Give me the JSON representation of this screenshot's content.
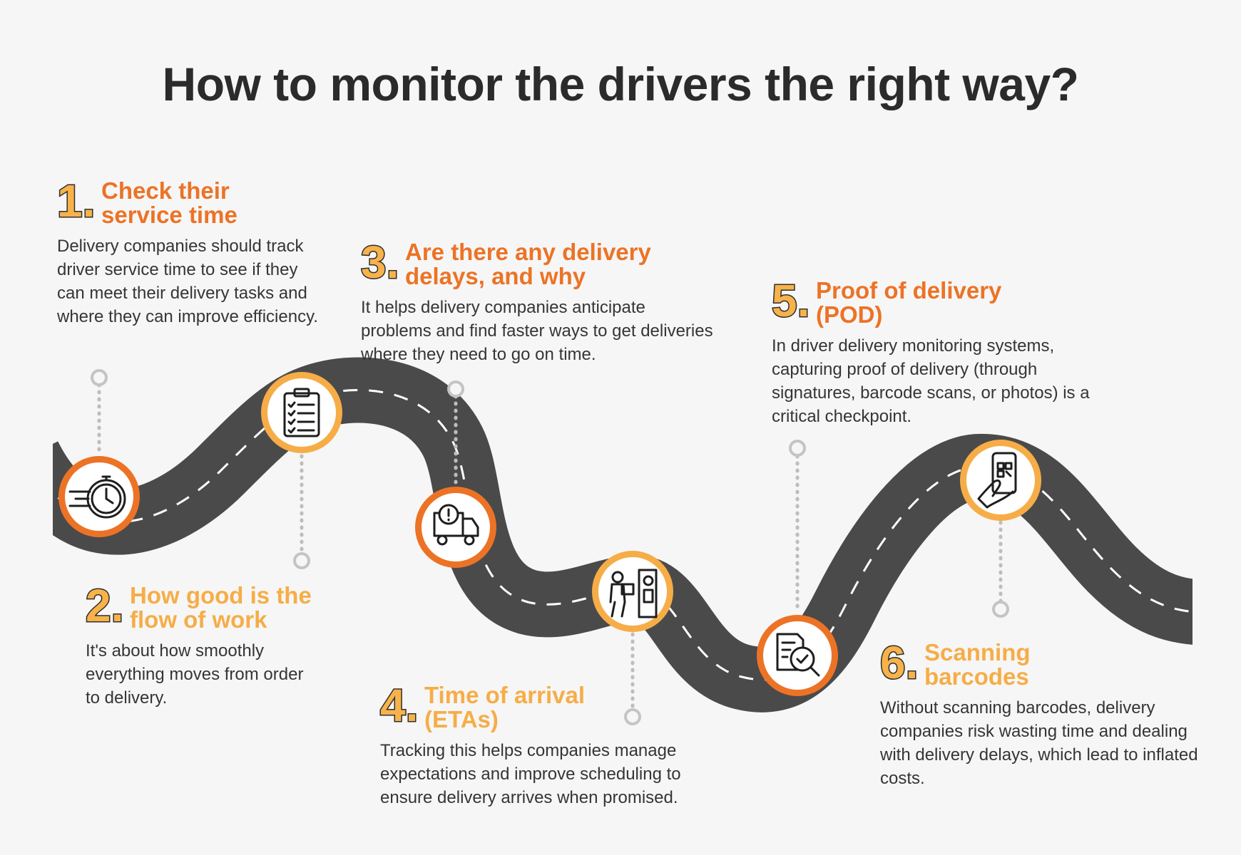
{
  "title": "How to monitor the drivers the right way?",
  "steps": [
    {
      "number": "1.",
      "title": "Check their service time",
      "description": "Delivery companies should track driver service time to see if they can meet their delivery tasks and where they can improve efficiency.",
      "icon": "stopwatch-speed-icon",
      "accent": "#ec7326"
    },
    {
      "number": "2.",
      "title": "How good is the flow of work",
      "description": "It's about how smoothly everything moves from order to delivery.",
      "icon": "clipboard-checklist-icon",
      "accent": "#f6ad47"
    },
    {
      "number": "3.",
      "title": "Are there any delivery delays, and why",
      "description": "It helps delivery companies anticipate problems and find faster ways to get deliveries where they need to go on time.",
      "icon": "truck-alert-icon",
      "accent": "#ec7326"
    },
    {
      "number": "4.",
      "title": "Time of arrival (ETAs)",
      "description": "Tracking this helps companies manage expectations and improve scheduling to ensure delivery arrives when promised.",
      "icon": "courier-door-icon",
      "accent": "#f6ad47"
    },
    {
      "number": "5.",
      "title": "Proof of delivery (POD)",
      "description": "In driver delivery monitoring systems, capturing proof of delivery (through signatures, barcode scans, or photos) is a critical checkpoint.",
      "icon": "document-check-icon",
      "accent": "#ec7326"
    },
    {
      "number": "6.",
      "title": "Scanning barcodes",
      "description": "Without scanning barcodes, delivery companies risk wasting time and dealing with delivery delays, which lead to inflated costs.",
      "icon": "phone-qr-scan-icon",
      "accent": "#f6ad47"
    }
  ],
  "colors": {
    "orange": "#ec7326",
    "yellow": "#f6ad47",
    "road": "#4a4a4a",
    "text": "#2f2f2f"
  }
}
